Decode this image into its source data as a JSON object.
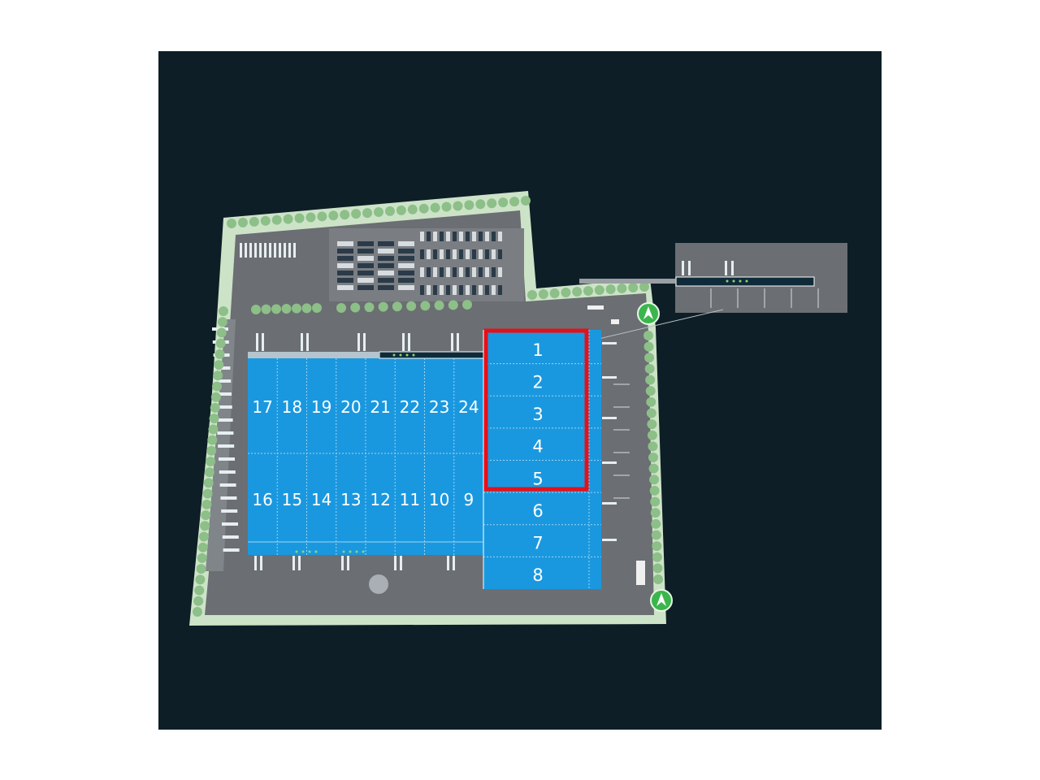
{
  "map": {
    "colors": {
      "background": "#0d1e26",
      "site_green": "#cde3c8",
      "tree": "#8dbf88",
      "pavement": "#6b6e72",
      "building": "#1a98df",
      "building_line": "#9fd3f2",
      "dark_strip": "#0f2b3a",
      "highlight": "#e5101a",
      "entry_marker": "#3bb64c"
    },
    "units_west_top": [
      "17",
      "18",
      "19",
      "20",
      "21",
      "22",
      "23",
      "24"
    ],
    "units_west_bottom": [
      "16",
      "15",
      "14",
      "13",
      "12",
      "11",
      "10",
      "9"
    ],
    "units_east": [
      "1",
      "2",
      "3",
      "4",
      "5",
      "6",
      "7",
      "8"
    ],
    "highlighted_units": [
      "1",
      "2",
      "3",
      "4",
      "5"
    ],
    "entry_markers": [
      {
        "name": "entry-marker-north",
        "icon": "arrow-up-icon"
      },
      {
        "name": "entry-marker-south",
        "icon": "arrow-up-icon"
      }
    ]
  }
}
